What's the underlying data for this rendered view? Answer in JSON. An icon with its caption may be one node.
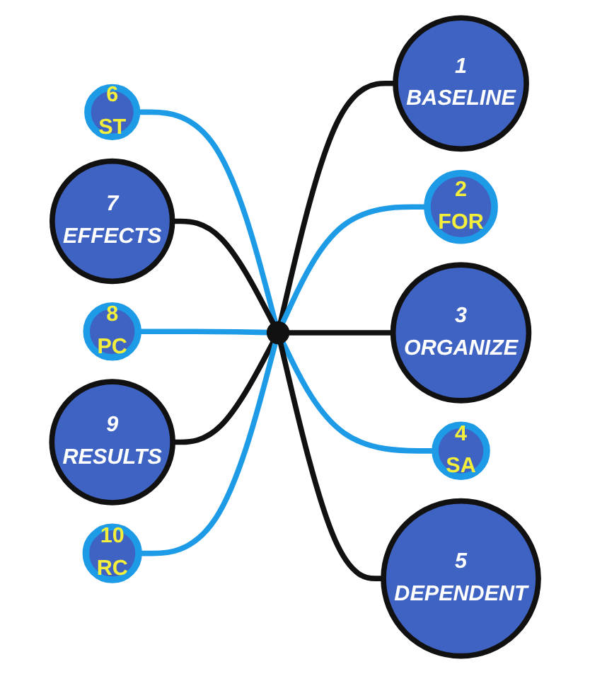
{
  "diagram": {
    "nodes": [
      {
        "text": [],
        "shape": "circle"
      },
      {
        "text": [
          "1",
          "BASELINE"
        ]
      },
      {
        "text": [
          "2",
          "FOR"
        ]
      },
      {
        "text": [
          "3",
          "ORGANIZE"
        ]
      },
      {
        "text": [
          "4",
          "SA"
        ]
      },
      {
        "text": [
          "5",
          "DEPENDENT"
        ]
      },
      {
        "text": [
          "6",
          "ST"
        ]
      },
      {
        "text": [
          "7",
          "EFFECTS"
        ]
      },
      {
        "text": [
          "8",
          "PC"
        ]
      },
      {
        "text": [
          "9",
          "RESULTS"
        ]
      },
      {
        "text": [
          "10",
          "RC"
        ]
      }
    ],
    "edges": [
      {
        "from": 0,
        "to": 1,
        "arrow": "none"
      },
      {
        "from": 0,
        "to": 2,
        "arrow": "none",
        "color": "#1e9be6"
      },
      {
        "from": 0,
        "to": 3,
        "arrow": "none"
      },
      {
        "from": 0,
        "to": 4,
        "arrow": "none",
        "color": "#1e9be6"
      },
      {
        "from": 0,
        "to": 5,
        "arrow": "none"
      },
      {
        "from": 0,
        "to": 6,
        "arrow": "none",
        "color": "#1e9be6"
      },
      {
        "from": 0,
        "to": 7,
        "arrow": "none"
      },
      {
        "from": 0,
        "to": 8,
        "arrow": "none",
        "color": "#1e9be6"
      },
      {
        "from": 0,
        "to": 9,
        "arrow": "none"
      },
      {
        "from": 0,
        "to": 10,
        "arrow": "none",
        "color": "#1e9be6"
      }
    ]
  }
}
